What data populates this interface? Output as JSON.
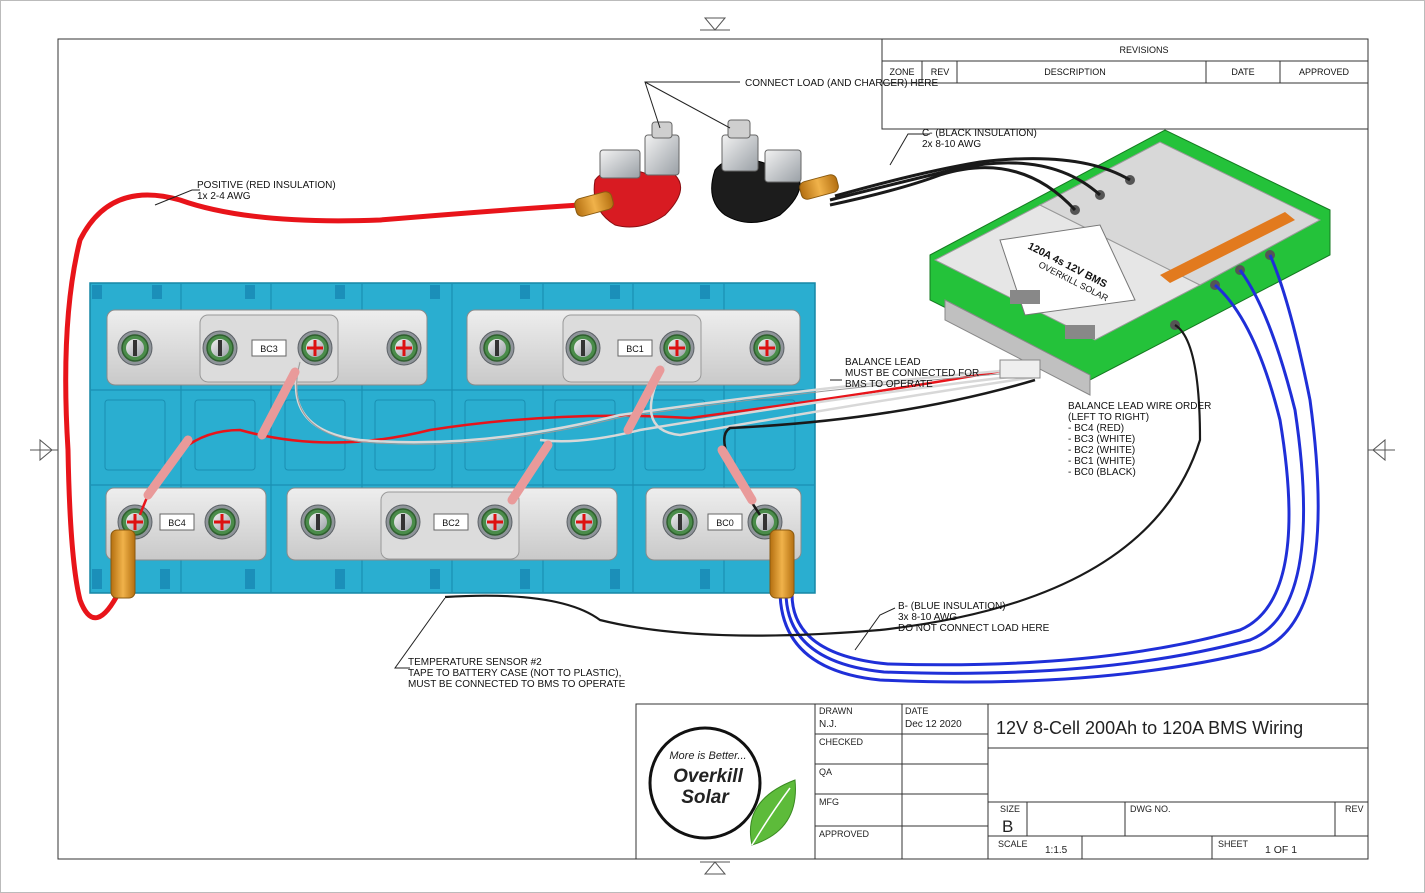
{
  "revisions": {
    "title": "REVISIONS",
    "col_zone": "ZONE",
    "col_rev": "REV",
    "col_description": "DESCRIPTION",
    "col_date": "DATE",
    "col_approved": "APPROVED"
  },
  "callouts": {
    "connect_load": "CONNECT LOAD (AND CHARGER) HERE",
    "positive_line1": "POSITIVE (RED INSULATION)",
    "positive_line2": "1x 2-4 AWG",
    "c_minus_line1": "C- (BLACK INSULATION)",
    "c_minus_line2": "2x 8-10 AWG",
    "balance_line1": "BALANCE LEAD",
    "balance_line2": "MUST BE CONNECTED FOR",
    "balance_line3": "BMS TO OPERATE",
    "order_title1": "BALANCE LEAD WIRE ORDER",
    "order_title2": "(LEFT TO RIGHT)",
    "order_items": [
      "- BC4 (RED)",
      "- BC3 (WHITE)",
      "- BC2 (WHITE)",
      "- BC1 (WHITE)",
      "- BC0 (BLACK)"
    ],
    "b_minus_line1": "B- (BLUE INSULATION)",
    "b_minus_line2": "3x 8-10 AWG",
    "b_minus_line3": "DO NOT CONNECT LOAD HERE",
    "temp_line1": "TEMPERATURE SENSOR #2",
    "temp_line2": "TAPE TO BATTERY CASE (NOT TO PLASTIC),",
    "temp_line3": "MUST BE CONNECTED TO BMS TO OPERATE"
  },
  "cell_labels": [
    "BC3",
    "BC1",
    "BC4",
    "BC2",
    "BC0"
  ],
  "bms_label": {
    "line1": "120A 4s 12V BMS",
    "line2": "OVERKILL SOLAR"
  },
  "title_block": {
    "drawn_label": "DRAWN",
    "drawn_value": "N.J.",
    "date_label": "DATE",
    "date_value": "Dec 12 2020",
    "checked_label": "CHECKED",
    "qa_label": "QA",
    "mfg_label": "MFG",
    "approved_label": "APPROVED",
    "title": "12V 8-Cell 200Ah to 120A BMS Wiring",
    "size_label": "SIZE",
    "size_value": "B",
    "dwg_label": "DWG NO.",
    "rev_label": "REV",
    "scale_label": "SCALE",
    "scale_value": "1:1.5",
    "sheet_label": "SHEET",
    "sheet_value": "1 OF 1"
  },
  "logo": {
    "tagline": "More is Better...",
    "word1": "Overkill",
    "word2": "Solar"
  },
  "colors": {
    "battery": "#2aaed0",
    "positive_wire": "#e8141a",
    "negative_wire": "#1a1a1a",
    "b_minus_wire": "#1f2fd8",
    "pcb": "#24c23a",
    "lug": "#e09a2a",
    "logo_leaf": "#5dbb3a"
  }
}
